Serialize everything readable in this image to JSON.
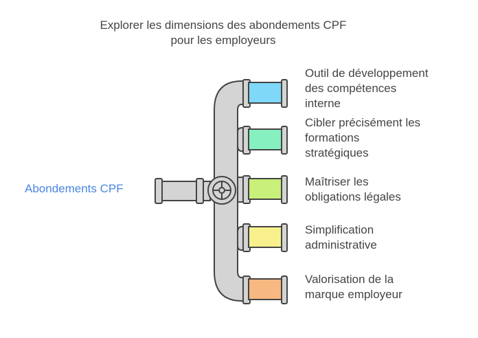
{
  "title": {
    "line1": "Explorer les dimensions des abondements CPF",
    "line2": "pour les employeurs"
  },
  "source_label": "Abondements CPF",
  "branches": [
    {
      "lines": [
        "Outil de développement",
        "des compétences",
        "interne"
      ],
      "color": "#7fd8f8"
    },
    {
      "lines": [
        "Cibler précisément les",
        "formations",
        "stratégiques"
      ],
      "color": "#86f0c0"
    },
    {
      "lines": [
        "Maîtriser les",
        "obligations légales"
      ],
      "color": "#c8f07a"
    },
    {
      "lines": [
        "Simplification",
        "administrative"
      ],
      "color": "#f8f08c"
    },
    {
      "lines": [
        "Valorisation de la",
        "marque employeur"
      ],
      "color": "#f8b882"
    }
  ],
  "colors": {
    "pipe_gray": "#d4d4d4",
    "outline": "#444444",
    "source_text": "#4a86e0"
  }
}
